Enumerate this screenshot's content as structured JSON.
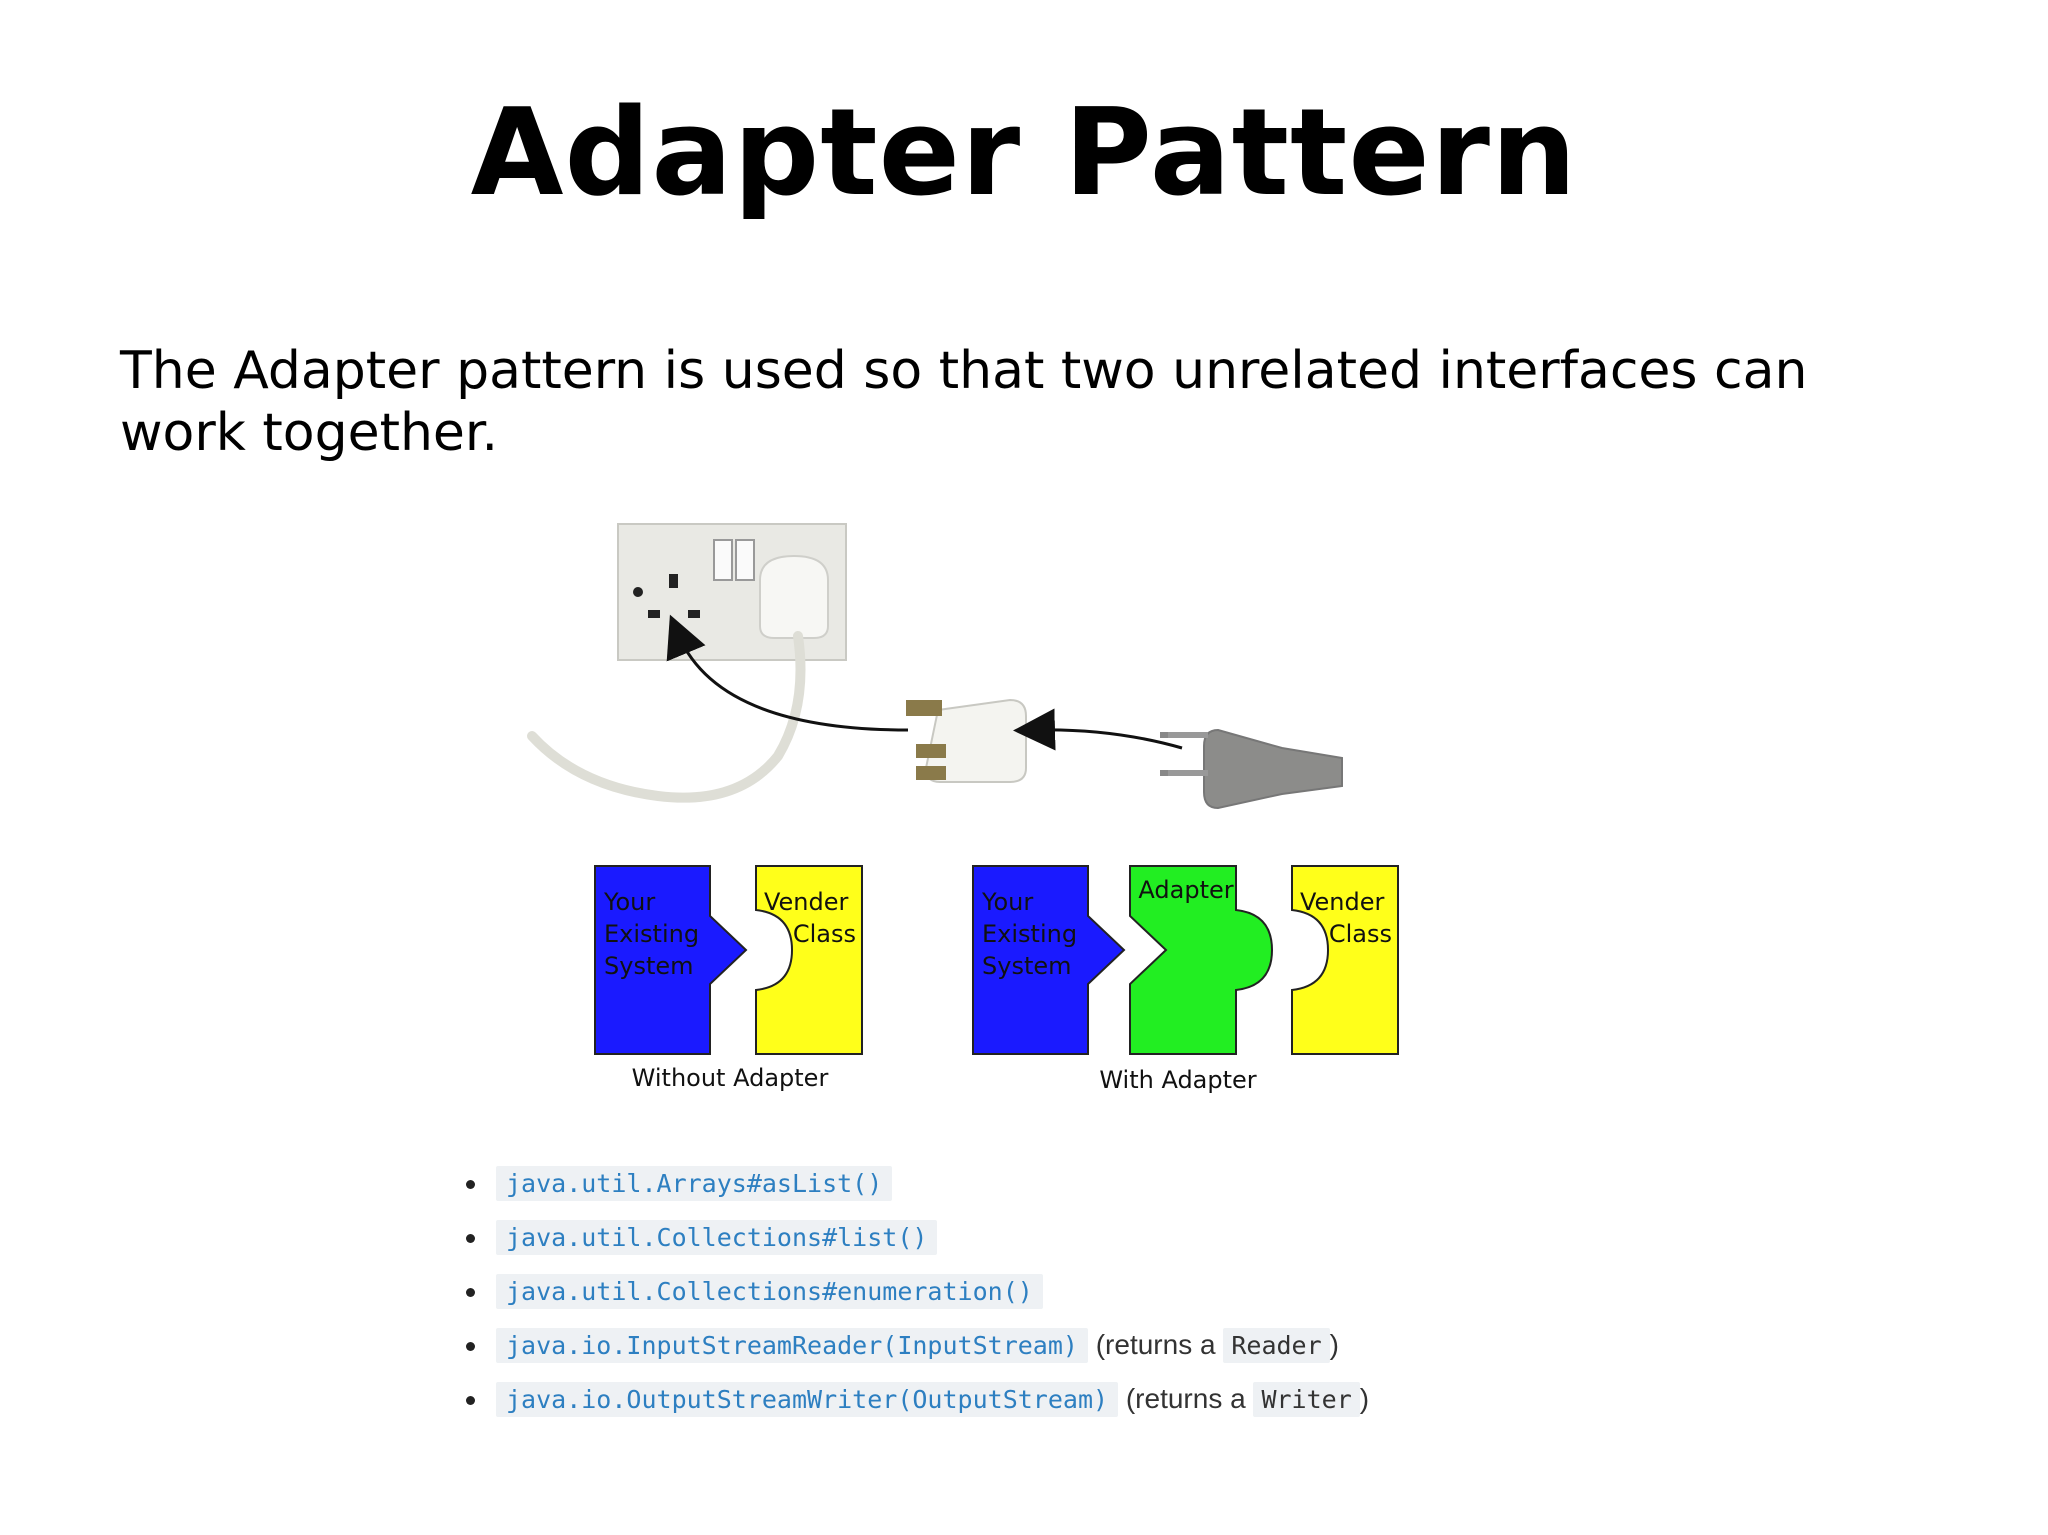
{
  "title": "Adapter Pattern",
  "intro": "The Adapter pattern is used so that two unrelated interfaces can work together.",
  "diagram": {
    "without": {
      "your_system": [
        "Your",
        "Existing",
        "System"
      ],
      "vender": [
        "Vender",
        "Class"
      ],
      "caption": "Without Adapter"
    },
    "with": {
      "your_system": [
        "Your",
        "Existing",
        "System"
      ],
      "adapter": "Adapter",
      "vender": [
        "Vender",
        "Class"
      ],
      "caption": "With Adapter"
    },
    "colors": {
      "system": "#1a1aff",
      "vender": "#ffff1a",
      "adapter": "#22ee22"
    }
  },
  "examples": [
    {
      "code": "java.util.Arrays#asList()"
    },
    {
      "code": "java.util.Collections#list()"
    },
    {
      "code": "java.util.Collections#enumeration()"
    },
    {
      "code": "java.io.InputStreamReader(InputStream)",
      "note_before": "(returns a",
      "note_code": "Reader",
      "note_after": ")"
    },
    {
      "code": "java.io.OutputStreamWriter(OutputStream)",
      "note_before": "(returns a",
      "note_code": "Writer",
      "note_after": ")"
    }
  ]
}
